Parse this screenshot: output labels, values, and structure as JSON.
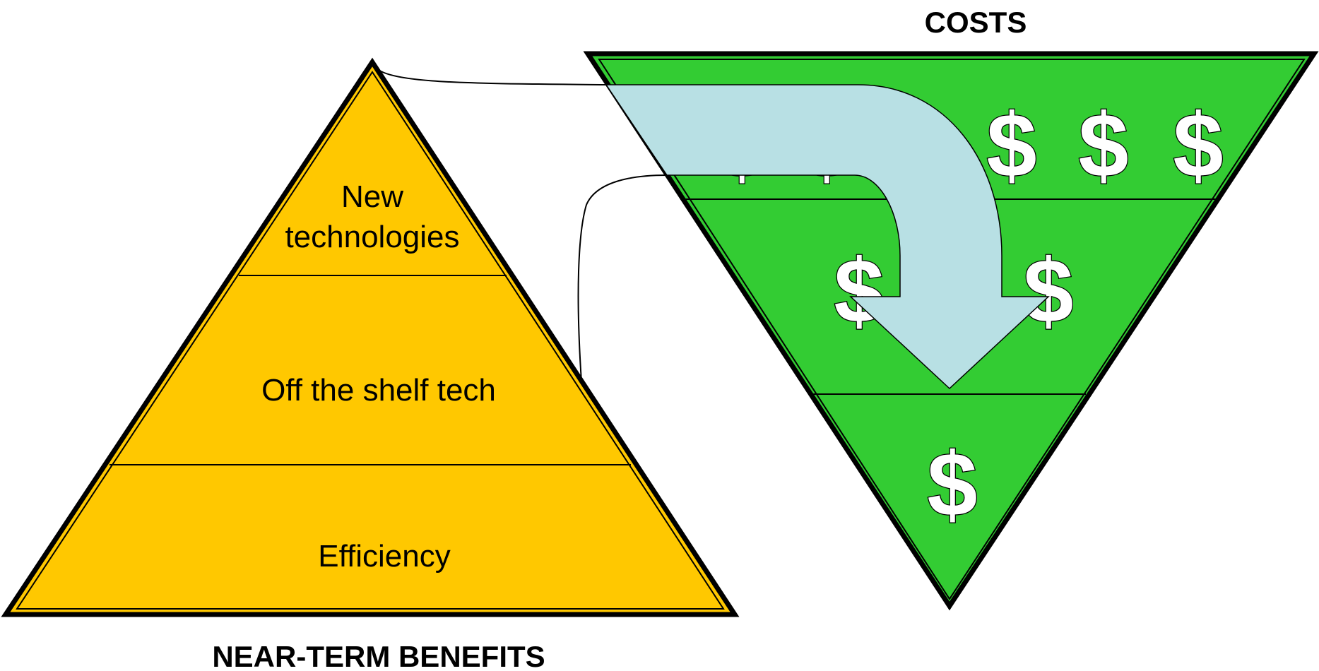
{
  "costs": {
    "title": "COSTS",
    "fill_color": "#33cc33",
    "currency_symbol": "$",
    "tiers": [
      {
        "name": "top",
        "symbol_count": 6
      },
      {
        "name": "middle",
        "symbol_count": 2
      },
      {
        "name": "bottom",
        "symbol_count": 1
      }
    ]
  },
  "benefits": {
    "title": "NEAR-TERM BENEFITS",
    "fill_color": "#ffc800",
    "tiers": [
      {
        "line1": "New",
        "line2": "technologies"
      },
      {
        "label": "Off the shelf tech"
      },
      {
        "label": "Efficiency"
      }
    ]
  },
  "arrow": {
    "fill_color": "#b8e0e4",
    "icon": "curved-arrow-down-icon"
  }
}
